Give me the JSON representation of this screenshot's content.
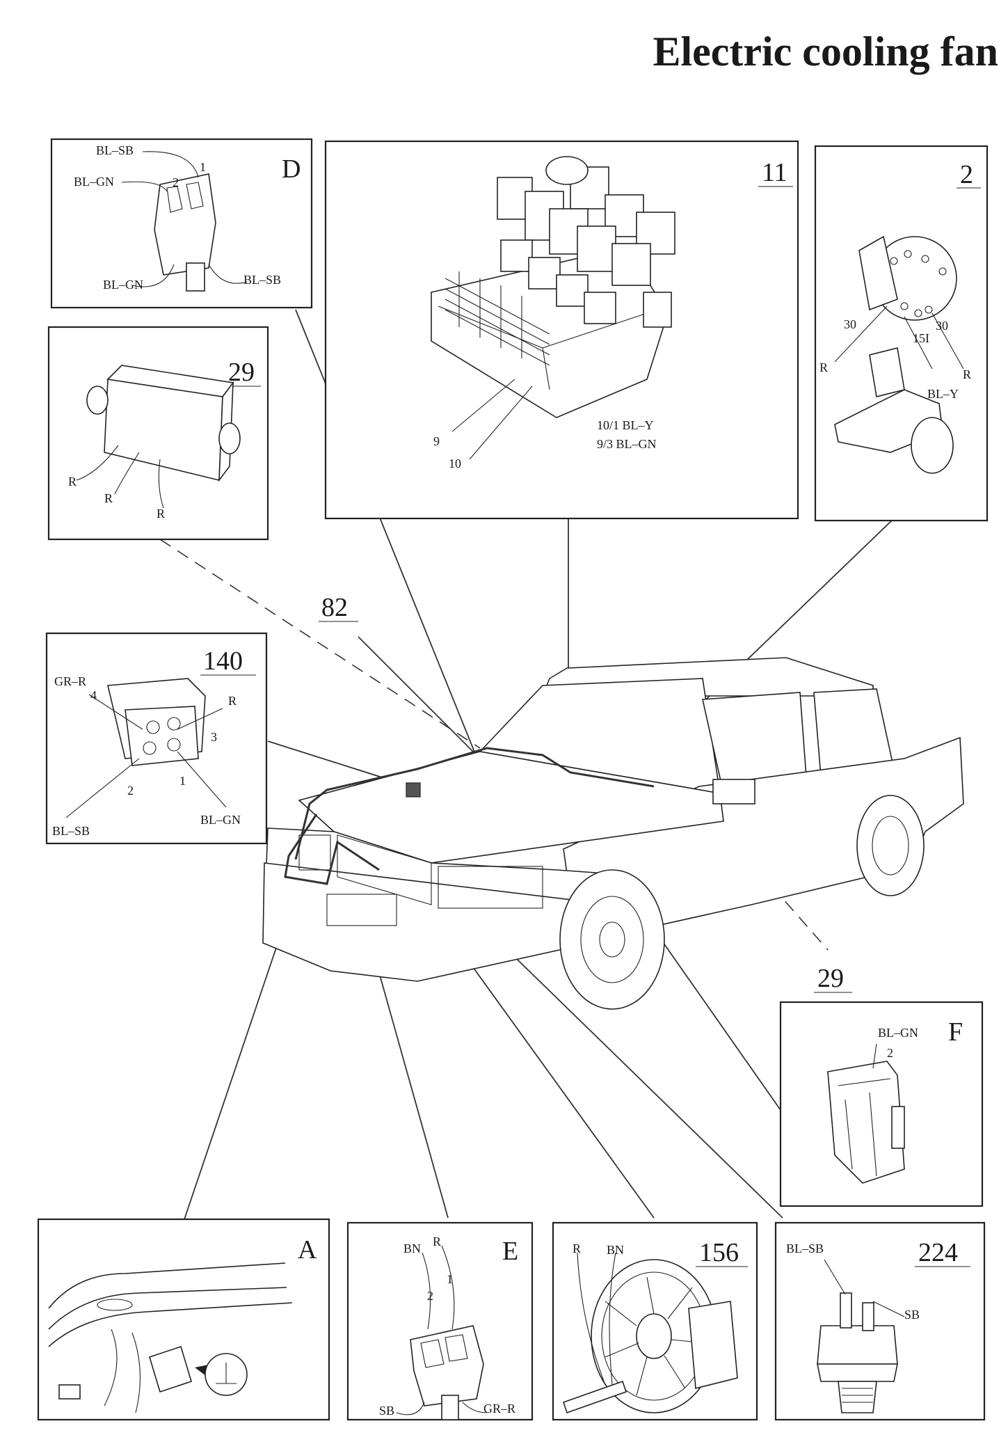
{
  "title": "Electric cooling fan",
  "panels": {
    "D": {
      "id": "D",
      "labels": [
        "BL–SB",
        "BL–GN",
        "2",
        "1",
        "BL–GN",
        "BL–SB"
      ]
    },
    "p11": {
      "id": "11",
      "labels": [
        "9",
        "10",
        "10/1 BL–Y",
        "9/3 BL–GN"
      ]
    },
    "p2": {
      "id": "2",
      "labels": [
        "30",
        "15I",
        "30",
        "R",
        "R",
        "BL–Y"
      ]
    },
    "p29": {
      "id": "29",
      "labels": [
        "R",
        "R",
        "R"
      ]
    },
    "p140": {
      "id": "140",
      "labels": [
        "GR–R",
        "4",
        "R",
        "3",
        "2",
        "1",
        "BL–SB",
        "BL–GN"
      ]
    },
    "F": {
      "id": "F",
      "labels": [
        "BL–GN",
        "2"
      ]
    },
    "A": {
      "id": "A",
      "labels": []
    },
    "E": {
      "id": "E",
      "labels": [
        "BN",
        "R",
        "2",
        "1",
        "SB",
        "GR–R"
      ]
    },
    "p156": {
      "id": "156",
      "labels": [
        "R",
        "BN"
      ]
    },
    "p224": {
      "id": "224",
      "labels": [
        "BL–SB",
        "SB"
      ]
    }
  },
  "callouts": {
    "c82": "82",
    "c29": "29"
  }
}
